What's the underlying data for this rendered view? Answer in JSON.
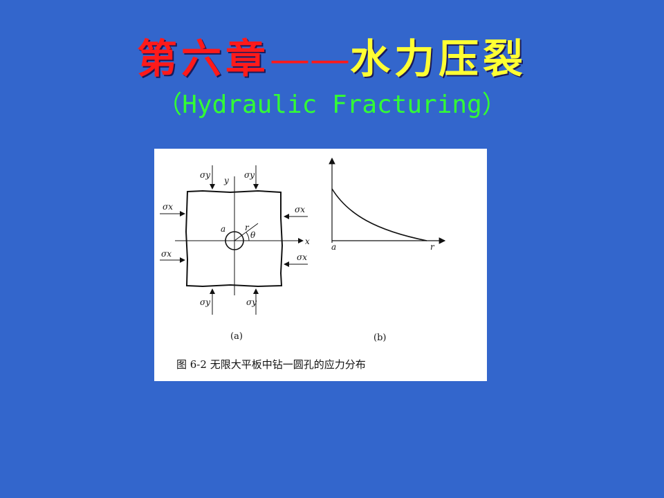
{
  "title": {
    "chapter": "第六章",
    "dash": "——",
    "topic": "水力压裂"
  },
  "subtitle": "（Hydraulic Fracturing）",
  "figure": {
    "caption": "图 6-2   无限大平板中钻一圆孔的应力分布",
    "panel_a_label": "(a)",
    "panel_b_label": "(b)",
    "stress_labels": {
      "sigma_y_top_left": "σy",
      "sigma_y_top_right": "σy",
      "sigma_y_bottom_left": "σy",
      "sigma_y_bottom_right": "σy",
      "sigma_x_left_top": "σx",
      "sigma_x_left_bottom": "σx",
      "sigma_x_right_top": "σx",
      "sigma_x_right_bottom": "σx"
    },
    "axis_labels": {
      "y": "y",
      "x": "x",
      "a": "a",
      "r": "r",
      "theta": "θ",
      "b_a": "a",
      "b_r": "r"
    }
  }
}
